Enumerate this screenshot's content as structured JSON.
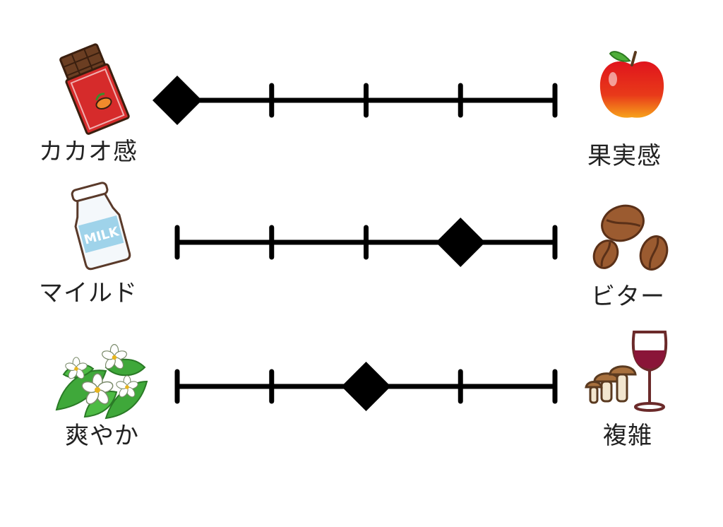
{
  "chart_data": {
    "type": "scale",
    "steps": 5,
    "rows": [
      {
        "left_label": "カカオ感",
        "right_label": "果実感",
        "left_icon": "chocolate-bar-icon",
        "right_icon": "apple-icon",
        "value": 1
      },
      {
        "left_label": "マイルド",
        "right_label": "ビター",
        "left_icon": "milk-bottle-icon",
        "right_icon": "coffee-beans-icon",
        "value": 4
      },
      {
        "left_label": "爽やか",
        "right_label": "複雑",
        "left_icon": "white-flowers-icon",
        "right_icon": "mushrooms-wine-icon",
        "value": 3
      }
    ]
  }
}
